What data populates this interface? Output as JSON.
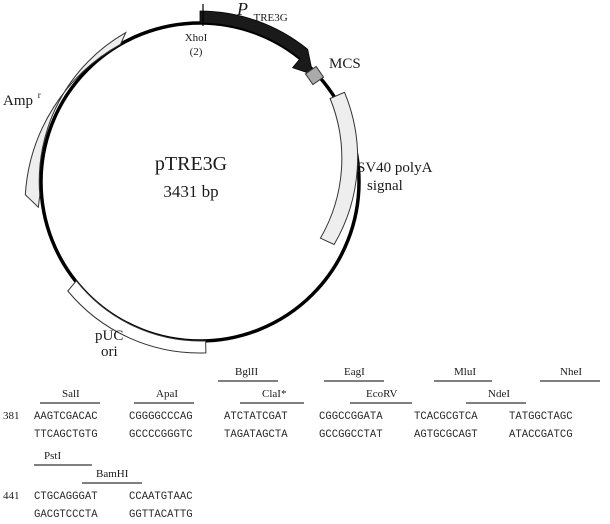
{
  "plasmid": {
    "name": "pTRE3G",
    "size": "3431 bp",
    "promoter_label": "P",
    "promoter_subscript": "TRE3G",
    "xhoi_label": "XhoI",
    "xhoi_position": "(2)",
    "mcs_label": "MCS",
    "sv40_line1": "SV40 polyA",
    "sv40_line2": "signal",
    "amp_label": "Amp",
    "amp_superscript": "r",
    "puc_line1": "pUC",
    "puc_line2": "ori",
    "colors": {
      "backbone": "#000000",
      "promoter": "#1a1a1a",
      "feature_fill": "#eeeeee",
      "mcs_fill": "#aaaaaa",
      "outline": "#333333"
    }
  },
  "sequence": {
    "row1": {
      "position": "381",
      "top_strand": [
        "AAGTCGACAC",
        "CGGGGCCCAG",
        "ATCTATCGAT",
        "CGGCCGGATA",
        "TCACGCGTCA",
        "TATGGCTAGC"
      ],
      "bottom_strand": [
        "TTCAGCTGTG",
        "GCCCCGGGTC",
        "TAGATAGCTA",
        "GCCGGCCTAT",
        "AGTGCGCAGT",
        "ATACCGATCG"
      ],
      "sites_upper": [
        "BglII",
        "EagI",
        "MluI",
        "NheI"
      ],
      "sites_lower": [
        "SalI",
        "ApaI",
        "ClaI*",
        "EcoRV",
        "NdeI"
      ]
    },
    "row2": {
      "position": "441",
      "top_strand": [
        "CTGCAGGGAT",
        "CCAATGTAAC"
      ],
      "bottom_strand": [
        "GACGTCCCTA",
        "GGTTACATTG"
      ],
      "sites_upper": [
        "PstI"
      ],
      "sites_lower": [
        "BamHI"
      ]
    }
  }
}
